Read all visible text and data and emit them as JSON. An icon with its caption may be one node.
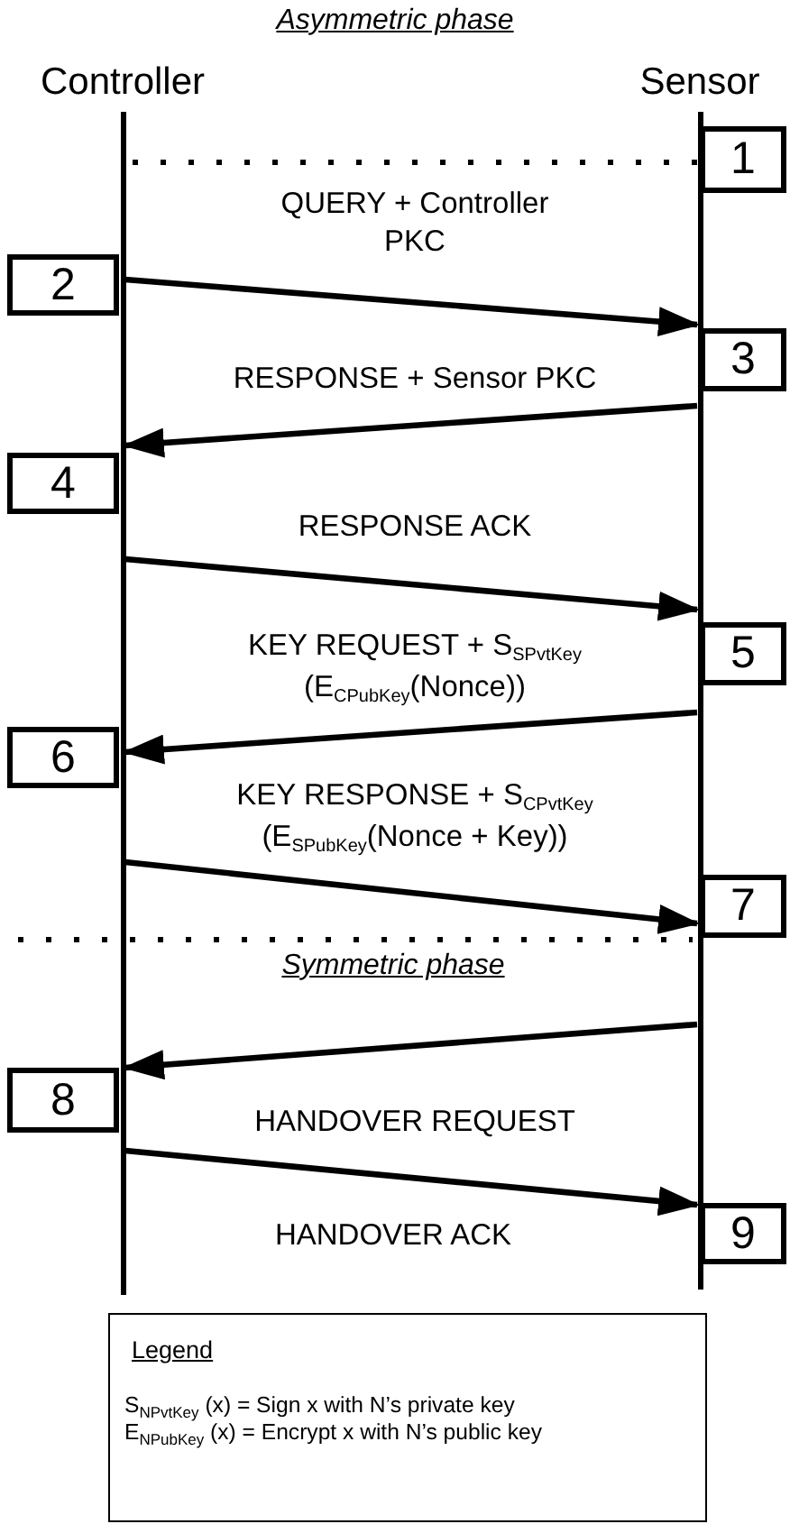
{
  "diagram": {
    "title": "Asymmetric phase",
    "nodes": [
      {
        "text": [],
        "shape": "bar",
        "beside": [
          "Controller"
        ]
      },
      {
        "text": [],
        "shape": "bar",
        "beside": [
          "Sensor"
        ]
      },
      {
        "text": [
          "1"
        ]
      },
      {
        "text": [
          "2"
        ]
      },
      {
        "text": [
          "3"
        ]
      },
      {
        "text": [
          "4"
        ]
      },
      {
        "text": [
          "5"
        ]
      },
      {
        "text": [
          "6"
        ]
      },
      {
        "text": [
          "7"
        ]
      },
      {
        "text": [
          "8"
        ]
      },
      {
        "text": [
          "9"
        ]
      },
      {
        "text": [
          "Legend",
          "S$_{NPvtKey}$ (x) = Sign x with N’s private key",
          "E$_{NPubKey}$ (x) = Encrypt x with N’s public key"
        ]
      }
    ],
    "edges": [
      {
        "from": 0,
        "to": 2,
        "arrow": "none",
        "style": "dashed"
      },
      {
        "from": 0,
        "to": 1,
        "arrow": "to",
        "label": "QUERY + Controller PKC"
      },
      {
        "from": 1,
        "to": 0,
        "arrow": "to",
        "label": "RESPONSE + Sensor PKC"
      },
      {
        "from": 0,
        "to": 1,
        "arrow": "to",
        "label": "RESPONSE ACK"
      },
      {
        "from": 1,
        "to": 0,
        "arrow": "to",
        "label": "KEY REQUEST + S$_{SPvtKey}$ (E$_{CPubKey}$(Nonce))"
      },
      {
        "from": 0,
        "to": 1,
        "arrow": "to",
        "label": "KEY RESPONSE + S$_{CPvtKey}$ (E$_{SPubKey}$(Nonce + Key))"
      },
      {
        "from": 1,
        "to": 0,
        "arrow": "to"
      },
      {
        "from": 0,
        "to": 1,
        "arrow": "to",
        "label": "HANDOVER REQUEST"
      }
    ],
    "labels": [
      "Symmetric phase",
      "HANDOVER ACK"
    ]
  }
}
